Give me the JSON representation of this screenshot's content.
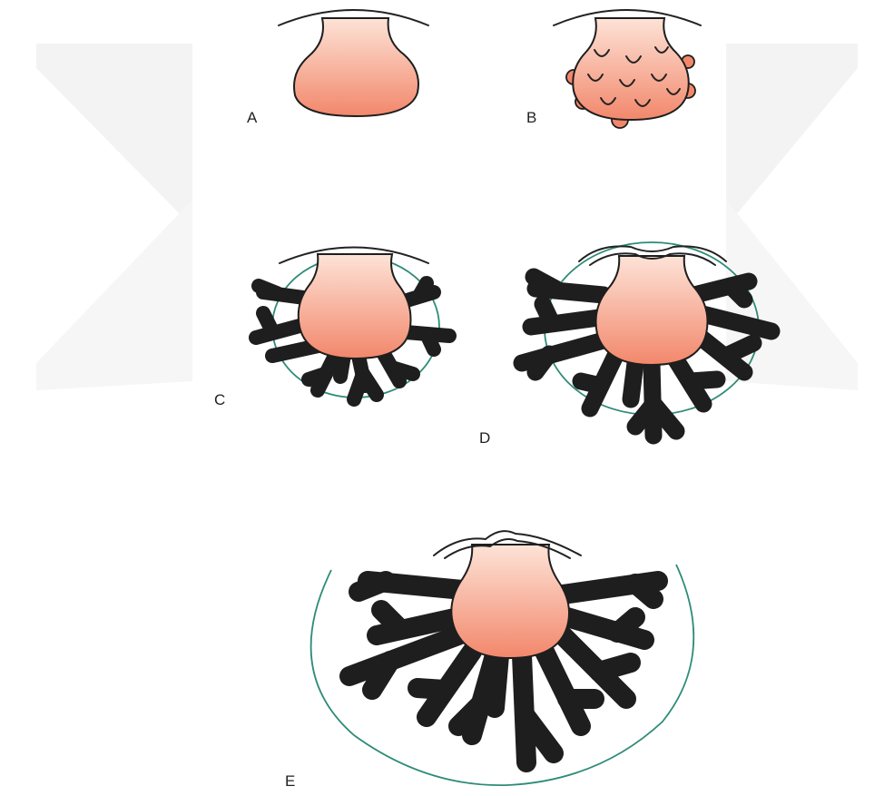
{
  "figure": {
    "colors": {
      "tissue_light": "#fcd9cb",
      "tissue_dark": "#f2876b",
      "branch_fill": "#f2876b",
      "outline": "#1e1e1e",
      "capsule": "#2e8b78",
      "watermark": "#f3f3f3"
    },
    "panels": [
      {
        "id": "A",
        "label": "A"
      },
      {
        "id": "B",
        "label": "B"
      },
      {
        "id": "C",
        "label": "C"
      },
      {
        "id": "D",
        "label": "D"
      },
      {
        "id": "E",
        "label": "E"
      }
    ]
  }
}
